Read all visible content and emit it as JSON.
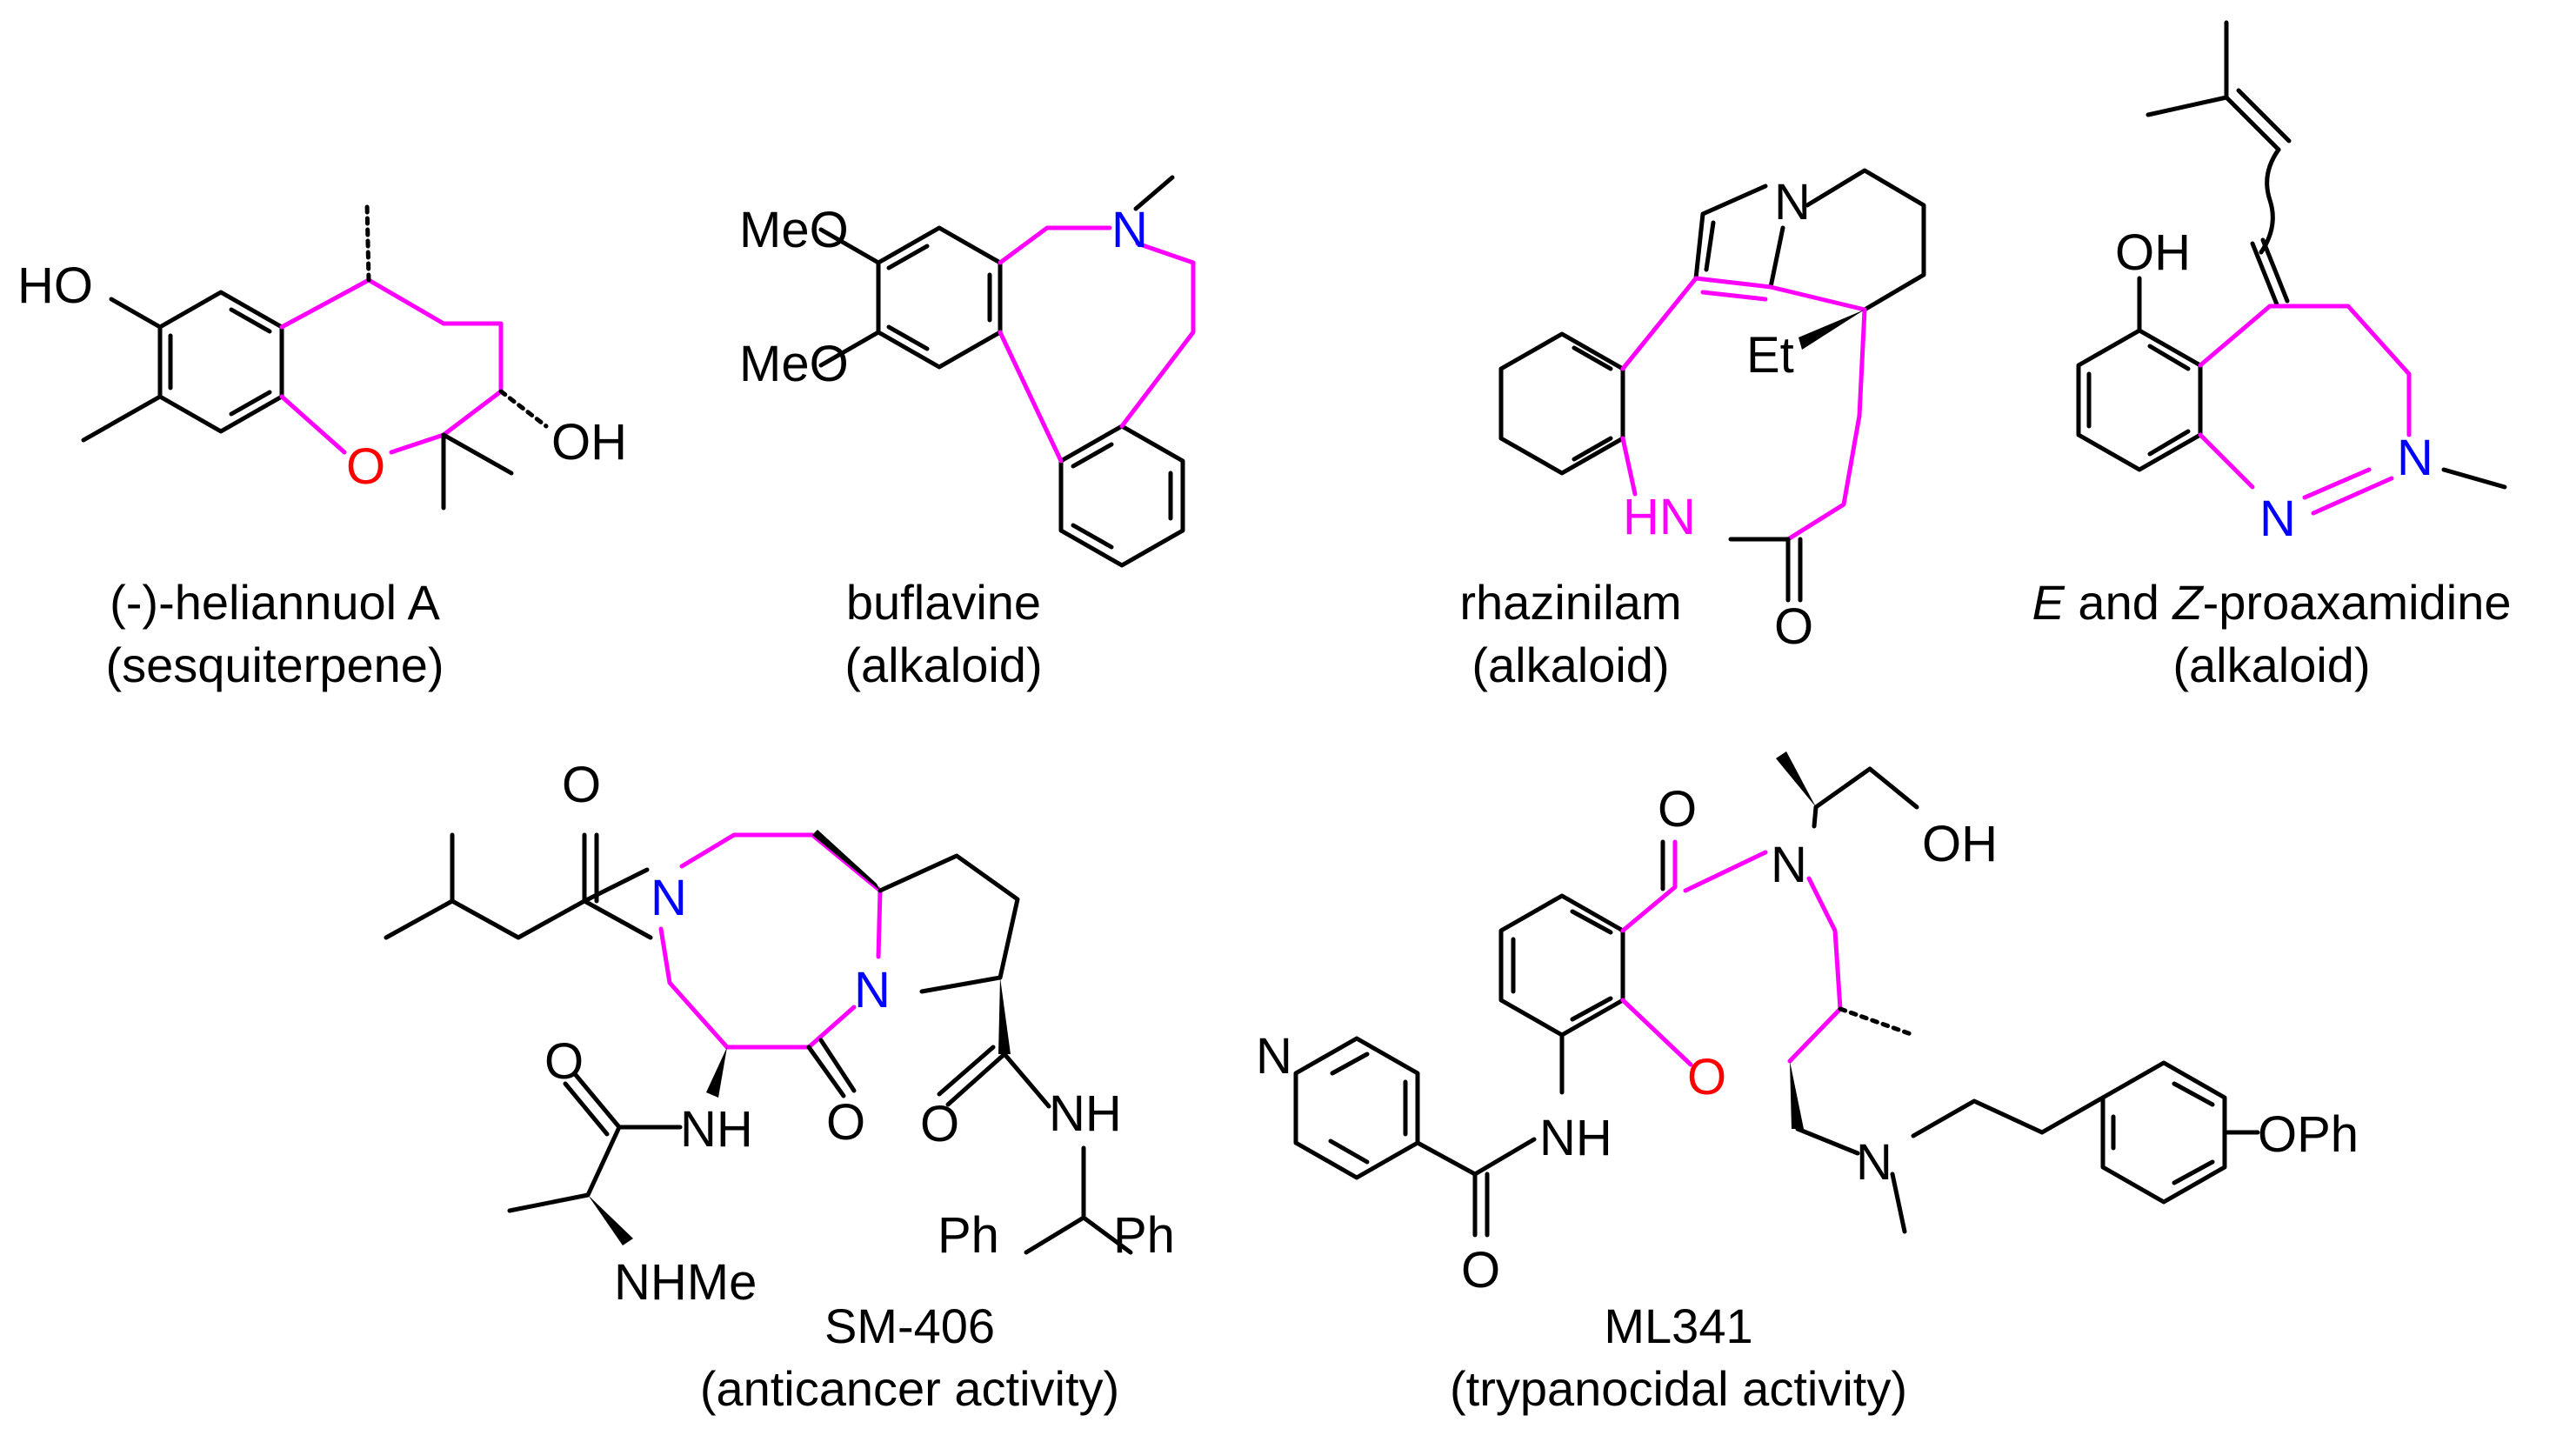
{
  "colors": {
    "bond": "#000000",
    "highlight_ring": "#ff00ff",
    "oxygen_highlight": "#ff0000",
    "nitrogen_highlight": "#0000ff"
  },
  "compounds": [
    {
      "name": "(-)-heliannuol A",
      "class": "(sesquiterpene)",
      "atoms": {
        "ho": "HO",
        "oh": "OH",
        "o": "O"
      }
    },
    {
      "name": "buflavine",
      "class": "(alkaloid)",
      "atoms": {
        "meo1": "MeO",
        "meo2": "MeO",
        "n": "N"
      }
    },
    {
      "name": "rhazinilam",
      "class": "(alkaloid)",
      "atoms": {
        "n": "N",
        "et": "Et",
        "hn": "HN",
        "o": "O"
      }
    },
    {
      "name_italic_1": "E",
      "name_mid": " and ",
      "name_italic_2": "Z",
      "name_rest": "-proaxamidine",
      "class": "(alkaloid)",
      "atoms": {
        "oh": "OH",
        "n1": "N",
        "n2": "N"
      }
    },
    {
      "name": "SM-406",
      "class": "(anticancer activity)",
      "atoms": {
        "o1": "O",
        "n1": "N",
        "n2": "N",
        "nh1": "NH",
        "o2": "O",
        "o3": "O",
        "nh2": "NH",
        "nhme": "NHMe",
        "o4": "O",
        "ph1": "Ph",
        "ph2": "Ph"
      }
    },
    {
      "name": "ML341",
      "class": "(trypanocidal activity)",
      "atoms": {
        "o1": "O",
        "n1": "N",
        "oh": "OH",
        "o2": "O",
        "npy": "N",
        "nh": "NH",
        "o3": "O",
        "n2": "N",
        "oph": "OPh"
      }
    }
  ]
}
